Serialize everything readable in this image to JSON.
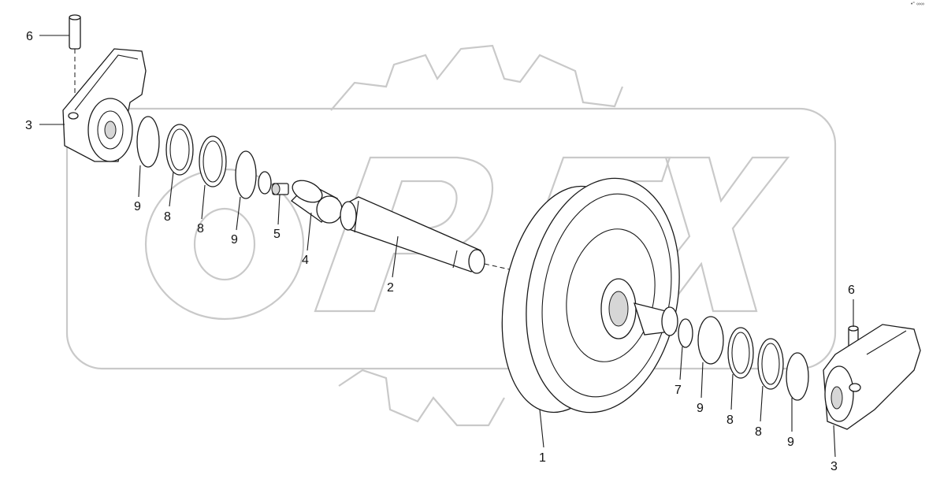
{
  "corner_mark": "•° ∞∞",
  "watermark": {
    "text": "OPEX",
    "color": "#c9c9c9"
  },
  "labels": [
    {
      "id": "6-top",
      "text": "6"
    },
    {
      "id": "3-left",
      "text": "3"
    },
    {
      "id": "9-a",
      "text": "9"
    },
    {
      "id": "8-a",
      "text": "8"
    },
    {
      "id": "8-b",
      "text": "8"
    },
    {
      "id": "9-b",
      "text": "9"
    },
    {
      "id": "5",
      "text": "5"
    },
    {
      "id": "4",
      "text": "4"
    },
    {
      "id": "2",
      "text": "2"
    },
    {
      "id": "1",
      "text": "1"
    },
    {
      "id": "7",
      "text": "7"
    },
    {
      "id": "9-c",
      "text": "9"
    },
    {
      "id": "8-c",
      "text": "8"
    },
    {
      "id": "8-d",
      "text": "8"
    },
    {
      "id": "9-d",
      "text": "9"
    },
    {
      "id": "6-right",
      "text": "6"
    },
    {
      "id": "3-right",
      "text": "3"
    }
  ]
}
